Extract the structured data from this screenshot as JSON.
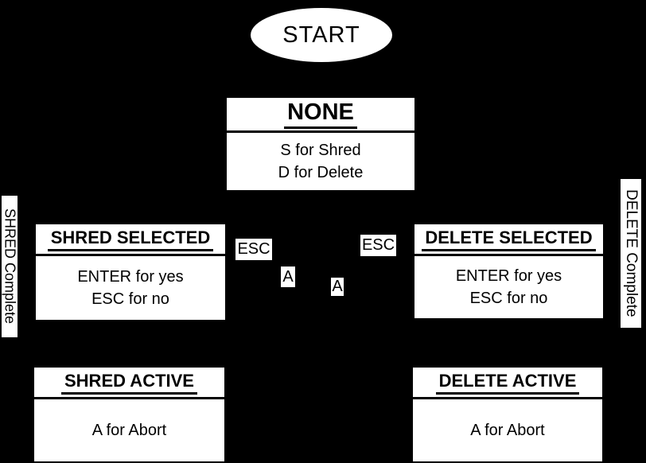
{
  "diagram": {
    "colors": {
      "background": "#000000",
      "node_fill": "#ffffff",
      "text": "#000000"
    },
    "start": {
      "label": "START"
    },
    "nodes": {
      "none": {
        "title": "NONE",
        "lines": [
          "S for Shred",
          "D for Delete"
        ]
      },
      "shred_selected": {
        "title": "SHRED SELECTED",
        "lines": [
          "ENTER for yes",
          "ESC for no"
        ]
      },
      "delete_selected": {
        "title": "DELETE SELECTED",
        "lines": [
          "ENTER for yes",
          "ESC for no"
        ]
      },
      "shred_active": {
        "title": "SHRED ACTIVE",
        "lines": [
          "A for Abort"
        ]
      },
      "delete_active": {
        "title": "DELETE ACTIVE",
        "lines": [
          "A for Abort"
        ]
      }
    },
    "edge_labels": {
      "esc_left": "ESC",
      "esc_right": "ESC",
      "a_left": "A",
      "a_right": "A",
      "shred_complete": "SHRED Complete",
      "delete_complete": "DELETE Complete"
    }
  }
}
